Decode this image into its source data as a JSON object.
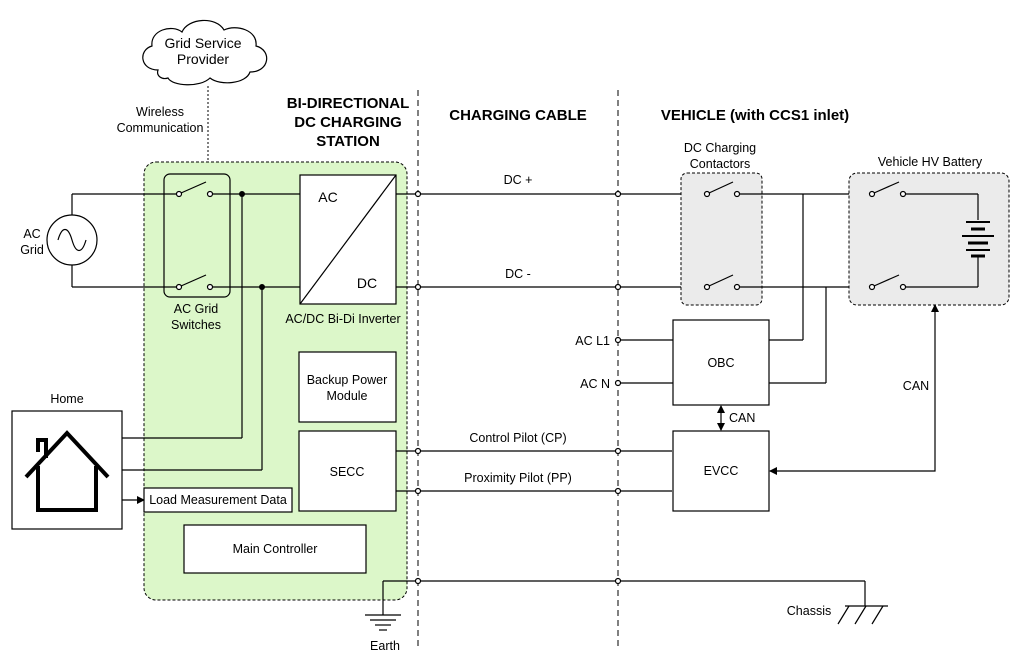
{
  "cloud": {
    "line1": "Grid Service",
    "line2": "Provider"
  },
  "wireless": {
    "line1": "Wireless",
    "line2": "Communication"
  },
  "headers": {
    "station": [
      "BI-DIRECTIONAL",
      "DC CHARGING",
      "STATION"
    ],
    "cable": "CHARGING CABLE",
    "vehicle": "VEHICLE (with CCS1 inlet)"
  },
  "ac_grid": {
    "line1": "AC",
    "line2": "Grid"
  },
  "ac_grid_switches": {
    "line1": "AC Grid",
    "line2": "Switches"
  },
  "inverter": {
    "ac": "AC",
    "dc": "DC",
    "caption": "AC/DC Bi-Di Inverter"
  },
  "backup": {
    "line1": "Backup Power",
    "line2": "Module"
  },
  "secc": "SECC",
  "main_controller": "Main Controller",
  "home": "Home",
  "load_measurement": "Load Measurement Data",
  "cable": {
    "dc_plus": "DC +",
    "dc_minus": "DC -",
    "cp": "Control Pilot (CP)",
    "pp": "Proximity Pilot (PP)"
  },
  "vehicle": {
    "contactors": {
      "line1": "DC Charging",
      "line2": "Contactors"
    },
    "battery": "Vehicle HV Battery",
    "ac_l1": "AC L1",
    "ac_n": "AC N",
    "obc": "OBC",
    "can_obc_evcc": "CAN",
    "evcc": "EVCC",
    "can_battery": "CAN",
    "chassis": "Chassis"
  },
  "earth": "Earth",
  "colors": {
    "station_fill": "#dcf7c9",
    "gray_fill": "#ebebeb",
    "stroke": "#000000"
  }
}
